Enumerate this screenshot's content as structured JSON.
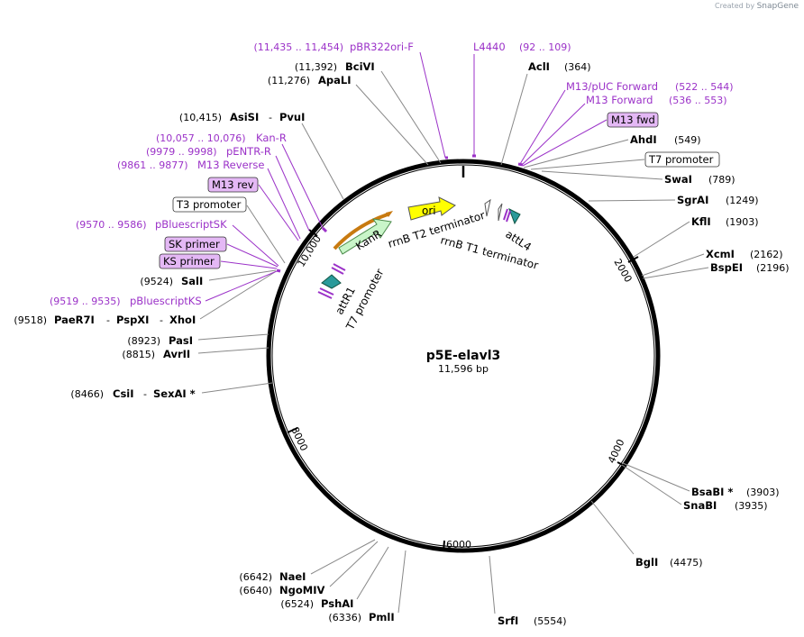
{
  "credit": {
    "prefix": "Created by",
    "brand": "SnapGene"
  },
  "plasmid": {
    "name": "p5E-elavl3",
    "size": "11,596 bp"
  },
  "ticks": [
    "2000",
    "4000",
    "6000",
    "8000",
    "10,000"
  ],
  "enzymes": [
    {
      "name": "BciVI",
      "pos": "(11,392)"
    },
    {
      "name": "ApaLI",
      "pos": "(11,276)"
    },
    {
      "name": "AclI",
      "pos": "(364)"
    },
    {
      "name": "AhdI",
      "pos": "(549)"
    },
    {
      "name": "SwaI",
      "pos": "(789)"
    },
    {
      "name": "SgrAI",
      "pos": "(1249)"
    },
    {
      "name": "KflI",
      "pos": "(1903)"
    },
    {
      "name": "XcmI",
      "pos": "(2162)"
    },
    {
      "name": "BspEI",
      "pos": "(2196)"
    },
    {
      "name": "BsaBI *",
      "pos": "(3903)"
    },
    {
      "name": "SnaBI",
      "pos": "(3935)"
    },
    {
      "name": "BglI",
      "pos": "(4475)"
    },
    {
      "name": "SrfI",
      "pos": "(5554)"
    },
    {
      "name": "PmlI",
      "pos": "(6336)"
    },
    {
      "name": "PshAI",
      "pos": "(6524)"
    },
    {
      "name": "NgoMIV",
      "pos": "(6640)"
    },
    {
      "name": "NaeI",
      "pos": "(6642)"
    },
    {
      "name": "SexAI *",
      "pos": "(8466)"
    },
    {
      "name": "AvrII",
      "pos": "(8815)"
    },
    {
      "name": "PasI",
      "pos": "(8923)"
    },
    {
      "name": "SalI",
      "pos": "(9524)"
    },
    {
      "name": "AsiSI",
      "pos": "(10,415)"
    }
  ],
  "enzyme_groups": {
    "asisi_pvui": {
      "a": "AsiSI",
      "b": "PvuI",
      "pos": "(10,415)"
    },
    "csii_sexai": {
      "a": "CsiI",
      "b": "SexAI *",
      "pos": "(8466)"
    },
    "paer7i_group": {
      "a": "PaeR7I",
      "b": "PspXI",
      "c": "XhoI",
      "pos": "(9518)"
    }
  },
  "primers": [
    {
      "name": "pBR322ori-F",
      "pos": "(11,435 .. 11,454)"
    },
    {
      "name": "L4440",
      "pos": "(92 .. 109)"
    },
    {
      "name": "M13/pUC Forward",
      "pos": "(522 .. 544)"
    },
    {
      "name": "M13 Forward",
      "pos": "(536 .. 553)"
    },
    {
      "name": "Kan-R",
      "pos": "(10,057 .. 10,076)"
    },
    {
      "name": "pENTR-R",
      "pos": "(9979 .. 9998)"
    },
    {
      "name": "M13 Reverse",
      "pos": "(9861 .. 9877)"
    },
    {
      "name": "pBluescriptSK",
      "pos": "(9570 .. 9586)"
    },
    {
      "name": "pBluescriptKS",
      "pos": "(9519 .. 9535)"
    }
  ],
  "boxed_primers": [
    "M13 fwd",
    "M13 rev",
    "SK primer",
    "KS primer"
  ],
  "boxed_features": [
    "T7 promoter",
    "T3 promoter"
  ],
  "features": [
    "KanR",
    "ori",
    "rrnB T2 terminator",
    "rrnB T1 terminator",
    "attL4",
    "attR1",
    "T7 promoter"
  ],
  "colors": {
    "primer": "#9b32c8",
    "boxed_primer_fill": "#e4b8f5",
    "kanr": "#c9f5c9",
    "ori": "#ffff00",
    "att": "#2a9a9a",
    "orange": "#c87a10"
  }
}
